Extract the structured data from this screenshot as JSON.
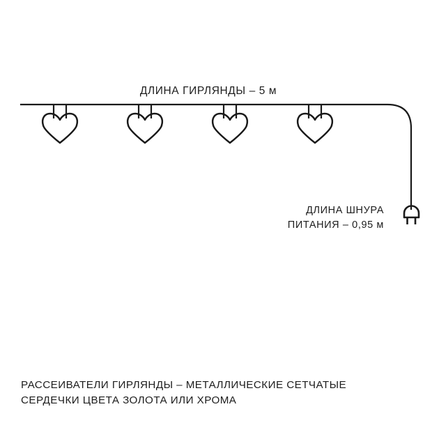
{
  "figure": {
    "background_color": "#ffffff",
    "line_color": "#1a1a1a",
    "text_color": "#1d1d1d",
    "garland_length_label": "ДЛИНА ГИРЛЯНДЫ – 5 м",
    "cord_length_label_line1": "ДЛИНА ШНУРА",
    "cord_length_label_line2": "ПИТАНИЯ – 0,95 м",
    "caption_line1": "РАССЕИВАТЕЛИ ГИРЛЯНДЫ – МЕТАЛЛИЧЕСКИЕ СЕТЧАТЫЕ",
    "caption_line2": "СЕРДЕЧКИ ЦВЕТА ЗОЛОТА ИЛИ ХРОМА",
    "pendant_count": 4,
    "pendant_shape": "heart",
    "plug_icon": "power-plug-icon"
  }
}
